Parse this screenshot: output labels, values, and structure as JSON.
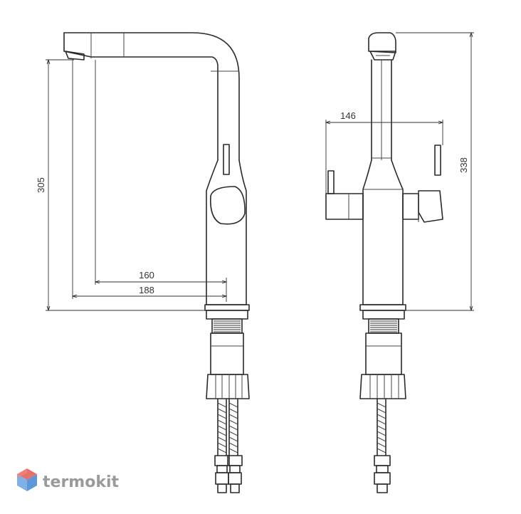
{
  "dimensions": {
    "height_spout": "305",
    "spout_reach_inner": "160",
    "spout_reach_outer": "188",
    "side_width": "146",
    "total_height": "338"
  },
  "logo": {
    "text": "termokit"
  },
  "colors": {
    "line": "#2a2a2a",
    "logo_gray": "#9a9a9a",
    "logo_red": "#e8706a",
    "logo_blue": "#6fa7e0"
  }
}
